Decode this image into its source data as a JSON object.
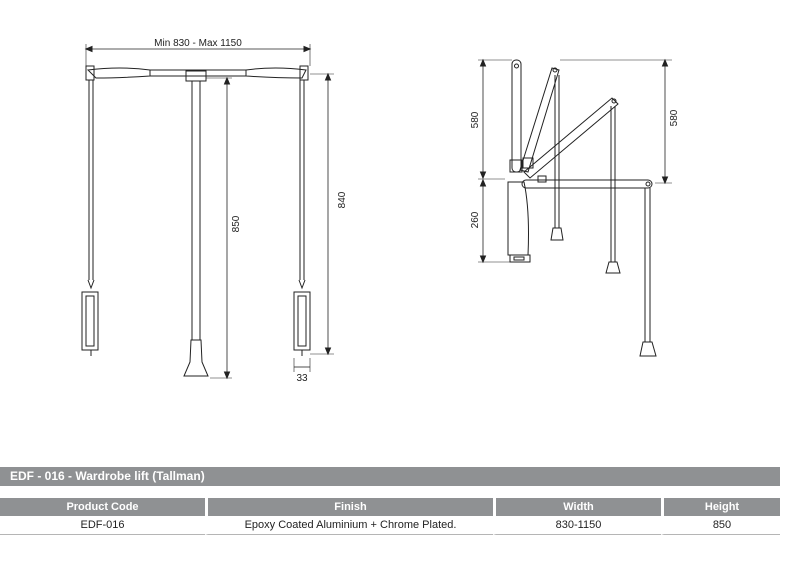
{
  "dimensions": {
    "width_range": "Min 830 - Max 1150",
    "height_850": "850",
    "height_840": "840",
    "bracket_33": "33",
    "side_580_left": "580",
    "side_260": "260",
    "side_580_right": "580"
  },
  "title": "EDF - 016 - Wardrobe lift (Tallman)",
  "table": {
    "headers": [
      "Product Code",
      "Finish",
      "Width",
      "Height"
    ],
    "rows": [
      [
        "EDF-016",
        "Epoxy Coated Aluminium + Chrome Plated.",
        "830-1150",
        "850"
      ]
    ]
  },
  "colors": {
    "bar": "#8f9193",
    "line": "#222222"
  }
}
